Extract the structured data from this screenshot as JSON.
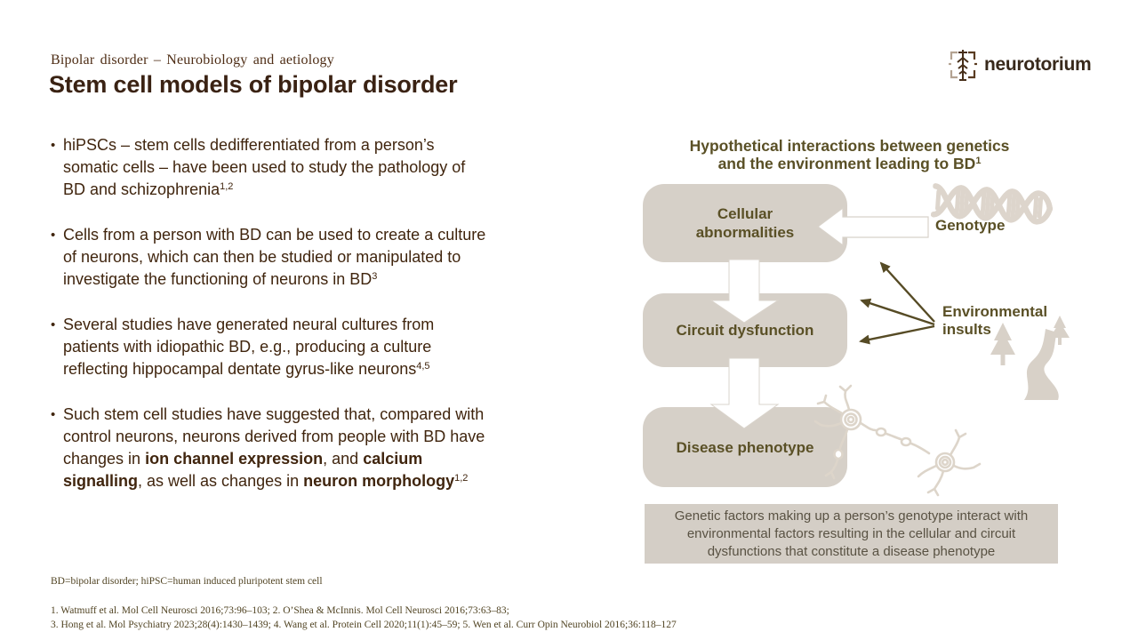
{
  "header": {
    "kicker": "Bipolar disorder – Neurobiology and aetiology",
    "title": "Stem cell models of bipolar disorder",
    "logo_text": "neurotorium"
  },
  "bullet_char": "•",
  "bullets": [
    {
      "segments": [
        {
          "text": "hiPSCs – stem cells dedifferentiated from a person’s\nsomatic cells – have been used to study the pathology of\nBD and schizophrenia"
        },
        {
          "text": "1,2",
          "sup": true
        }
      ]
    },
    {
      "segments": [
        {
          "text": "Cells from a person with BD can be used to create a culture\nof neurons, which can then be studied or manipulated to\ninvestigate the functioning of neurons in BD"
        },
        {
          "text": "3",
          "sup": true
        }
      ]
    },
    {
      "segments": [
        {
          "text": "Several studies have generated neural cultures from\npatients with idiopathic BD, e.g., producing a culture\nreflecting hippocampal dentate gyrus-like neurons"
        },
        {
          "text": "4,5",
          "sup": true
        }
      ]
    },
    {
      "segments": [
        {
          "text": "Such stem cell studies have suggested that, compared with\ncontrol neurons, neurons derived from people with BD have\nchanges in "
        },
        {
          "text": "ion channel expression",
          "bold": true
        },
        {
          "text": ", and "
        },
        {
          "text": "calcium\nsignalling",
          "bold": true
        },
        {
          "text": ",  as well as changes in "
        },
        {
          "text": "neuron morphology",
          "bold": true
        },
        {
          "text": "1,2",
          "sup": true
        }
      ]
    }
  ],
  "diagram": {
    "title_segments": [
      {
        "text": "Hypothetical interactions between genetics\nand the environment leading to BD"
      },
      {
        "text": "1",
        "sup": true
      }
    ],
    "boxes": [
      {
        "label": "Cellular\nabnormalities"
      },
      {
        "label": "Circuit dysfunction"
      },
      {
        "label": "Disease phenotype"
      }
    ],
    "genotype_label": "Genotype",
    "environment_label": "Environmental\ninsults",
    "caption": "Genetic factors making up a person’s genotype interact with\nenvironmental factors resulting in the cellular and circuit\ndysfunctions that constitute a disease phenotype",
    "icons": {
      "dna": "dna-helix-icon",
      "landscape": "trees-road-icon",
      "neurons": "neuron-network-icon"
    }
  },
  "footnotes": {
    "abbreviations": "BD=bipolar disorder;  hiPSC=human induced pluripotent stem cell",
    "references": [
      "1. Watmuff et al.  Mol Cell Neurosci 2016;73:96–103;  2. O’Shea & McInnis. Mol Cell Neurosci 2016;73:63–83;",
      "3. Hong et al.  Mol Psychiatry 2023;28(4):1430–1439;  4. Wang et al.  Protein Cell 2020;11(1):45–59;  5. Wen et al. Curr Opin Neurobiol 2016;36:118–127"
    ]
  },
  "colors": {
    "title_brown": "#3a2213",
    "body_brown": "#40250e",
    "diagram_olive": "#5a5026",
    "box_fill": "#d6d0c8",
    "caption_fill": "#d4cec6",
    "caption_text": "#595243",
    "icon_beige": "#ddd5cc",
    "dark_arrow": "#564b25",
    "white_arrow_outline": "#d8d2ca"
  }
}
